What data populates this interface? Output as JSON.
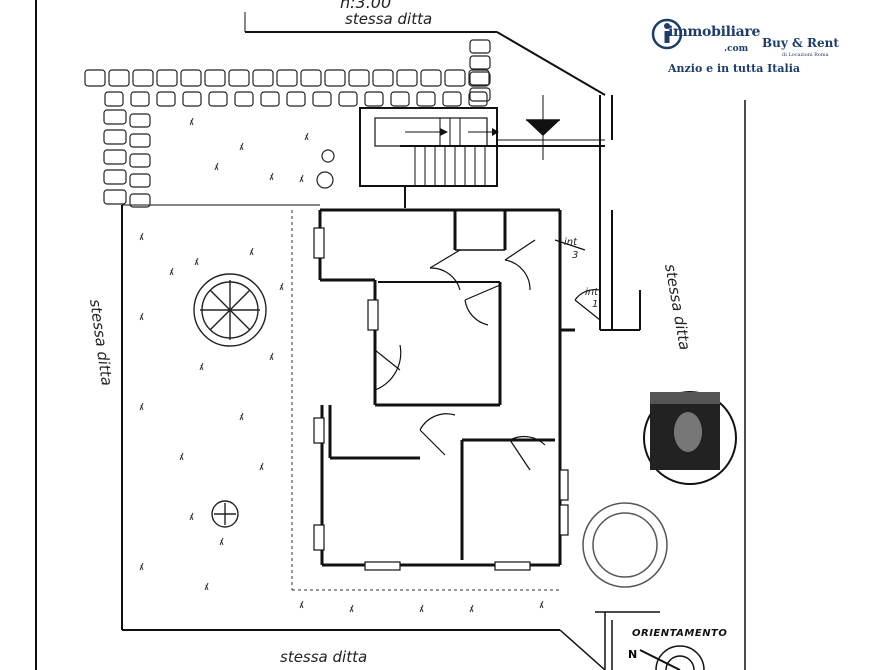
{
  "scale_label": "n:3.00",
  "neighbor_labels": {
    "top": "stessa ditta",
    "left": "stessa ditta",
    "right": "stessa ditta",
    "bottom": "stessa ditta"
  },
  "unit_labels": {
    "int3_a": "int",
    "int3_b": "3",
    "int1": "int",
    "int1_b": "1"
  },
  "logo": {
    "brand": "immobiliare",
    "domain": ".com",
    "buy_rent": "Buy & Rent",
    "buy_rent_sub": "di Locazioni Roma",
    "tagline": "Anzio e in tutta Italia",
    "accent": "#1d3c6a"
  },
  "orientation": {
    "label": "ORIENTAMENTO",
    "north": "N"
  },
  "colors": {
    "line": "#111111",
    "paper": "#ffffff"
  }
}
